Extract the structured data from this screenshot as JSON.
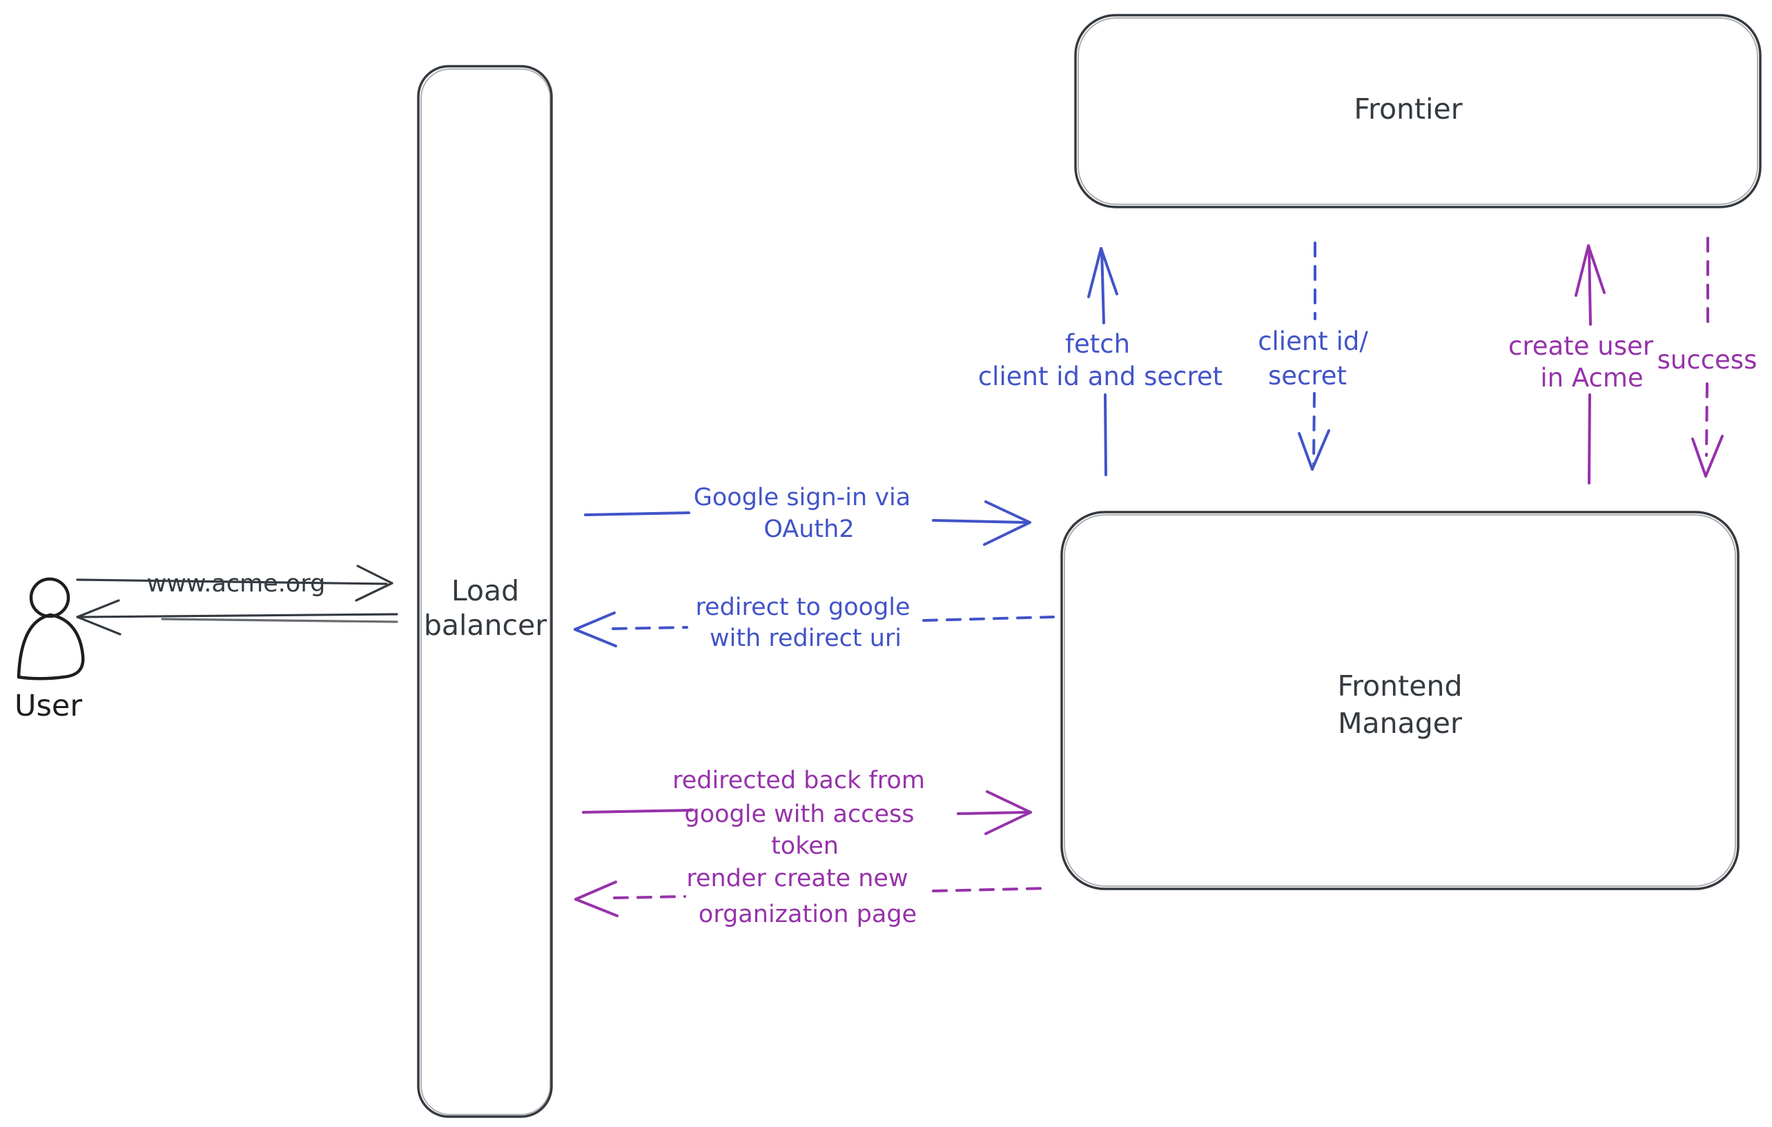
{
  "colors": {
    "ink": "#343a40",
    "ink_strong": "#1e1e1e",
    "blue": "#4154c8",
    "purple": "#9632aa",
    "hatch_fill": "#ccd5dd",
    "background": "#ffffff"
  },
  "nodes": {
    "user": {
      "label": "User"
    },
    "load_balancer": {
      "line1": "Load",
      "line2": "balancer"
    },
    "frontier": {
      "label": "Frontier"
    },
    "frontend_manager": {
      "line1": "Frontend",
      "line2": "Manager"
    }
  },
  "edges": {
    "acme": {
      "label": "www.acme.org"
    },
    "signin": {
      "line1": "Google sign-in via",
      "line2": "OAuth2"
    },
    "redirect": {
      "line1": "redirect to google",
      "line2": "with redirect uri"
    },
    "redirected_back": {
      "line1": "redirected back from",
      "line2": "google with access",
      "line3": "token"
    },
    "render_page": {
      "line1": "render create new",
      "line2": "organization page"
    },
    "fetch_client": {
      "line1": "fetch",
      "line2": "client id and secret"
    },
    "client_id_secret": {
      "line1": "client id/",
      "line2": "secret"
    },
    "create_user": {
      "line1": "create user",
      "line2": "in Acme"
    },
    "success": {
      "label": "success"
    }
  }
}
